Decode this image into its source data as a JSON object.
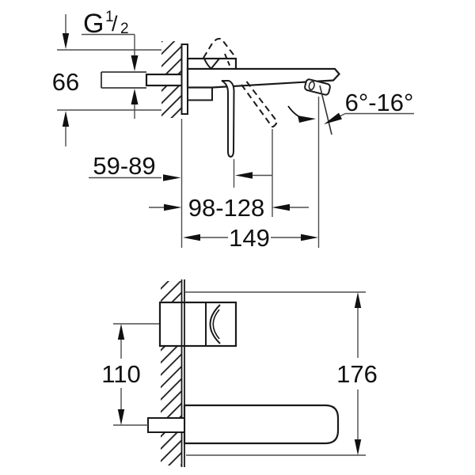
{
  "page": {
    "background": "#ffffff"
  },
  "drawing": {
    "kind": "wall-mounted basin mixer installation dimension drawing",
    "colors": {
      "object_line": "#1a1a1a",
      "dimension_line": "#4d4d4d",
      "text": "#111111",
      "background": "#ffffff"
    },
    "side_view": {
      "thread_label": {
        "prefix": "G",
        "numerator": "1",
        "slash": "/",
        "denominator": "2"
      },
      "dims": {
        "wall_box_height": "66",
        "lever_closed_projection": "59-89",
        "lever_open_projection": "98-128",
        "spout_projection": "149",
        "spray_angle": "6°-16°"
      }
    },
    "front_view": {
      "dims": {
        "center_distance": "110",
        "overall_height": "176"
      }
    }
  }
}
